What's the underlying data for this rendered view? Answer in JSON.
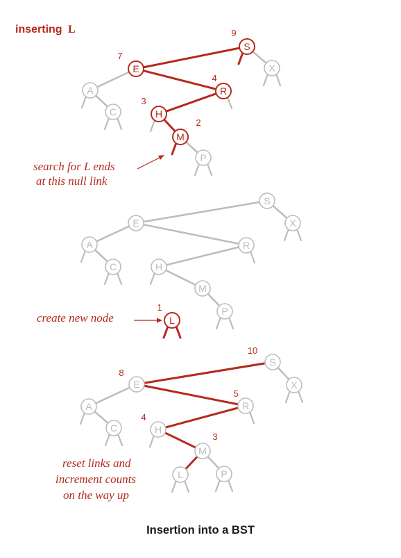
{
  "header": {
    "prefix": "inserting",
    "key": "L"
  },
  "caption": "Insertion into a BST",
  "colors": {
    "red": "#b52a1d",
    "gray": "#bcbcbc",
    "black": "#1a1a1a"
  },
  "panels": [
    {
      "id": "search",
      "nodes": [
        {
          "key": "S",
          "state": "red",
          "count": "9"
        },
        {
          "key": "E",
          "state": "red",
          "count": "7"
        },
        {
          "key": "X",
          "state": "gray",
          "count": ""
        },
        {
          "key": "A",
          "state": "gray",
          "count": ""
        },
        {
          "key": "R",
          "state": "red",
          "count": "4"
        },
        {
          "key": "C",
          "state": "gray",
          "count": ""
        },
        {
          "key": "H",
          "state": "red",
          "count": "3"
        },
        {
          "key": "M",
          "state": "red",
          "count": "2"
        },
        {
          "key": "P",
          "state": "gray",
          "count": ""
        }
      ],
      "note": [
        "search for L ends",
        "at this null link"
      ]
    },
    {
      "id": "create",
      "nodes": [
        {
          "key": "S",
          "state": "gray",
          "count": ""
        },
        {
          "key": "E",
          "state": "gray",
          "count": ""
        },
        {
          "key": "X",
          "state": "gray",
          "count": ""
        },
        {
          "key": "A",
          "state": "gray",
          "count": ""
        },
        {
          "key": "R",
          "state": "gray",
          "count": ""
        },
        {
          "key": "C",
          "state": "gray",
          "count": ""
        },
        {
          "key": "H",
          "state": "gray",
          "count": ""
        },
        {
          "key": "M",
          "state": "gray",
          "count": ""
        },
        {
          "key": "P",
          "state": "gray",
          "count": ""
        },
        {
          "key": "L",
          "state": "red",
          "count": "1"
        }
      ],
      "note": [
        "create new node"
      ]
    },
    {
      "id": "update",
      "nodes": [
        {
          "key": "S",
          "state": "gray",
          "count": "10"
        },
        {
          "key": "E",
          "state": "gray",
          "count": "8"
        },
        {
          "key": "X",
          "state": "gray",
          "count": ""
        },
        {
          "key": "A",
          "state": "gray",
          "count": ""
        },
        {
          "key": "R",
          "state": "gray",
          "count": "5"
        },
        {
          "key": "C",
          "state": "gray",
          "count": ""
        },
        {
          "key": "H",
          "state": "gray",
          "count": "4"
        },
        {
          "key": "M",
          "state": "gray",
          "count": "3"
        },
        {
          "key": "P",
          "state": "gray",
          "count": ""
        },
        {
          "key": "L",
          "state": "gray",
          "count": ""
        }
      ],
      "note": [
        "reset links and",
        "increment counts",
        "on the way up"
      ]
    }
  ]
}
